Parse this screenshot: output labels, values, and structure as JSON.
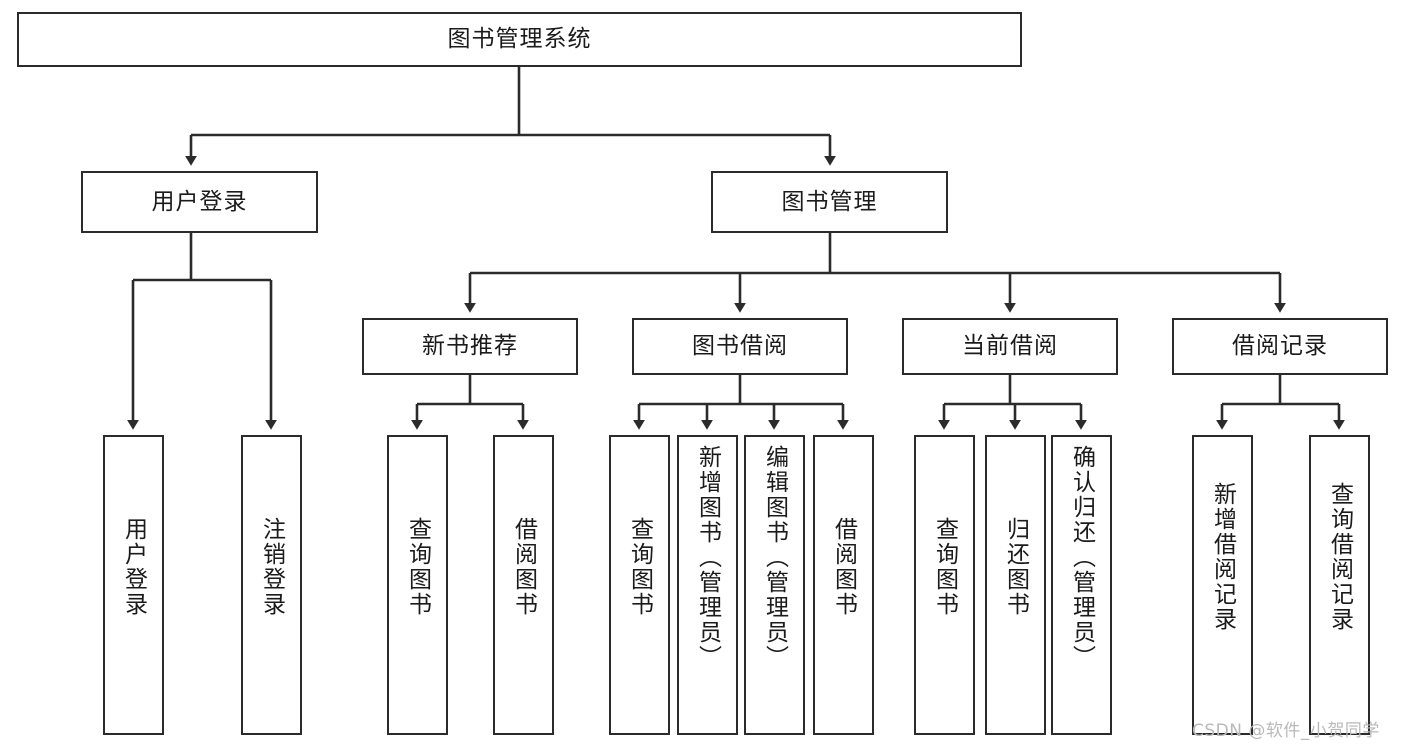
{
  "diagram": {
    "title": "图书管理系统",
    "type": "hierarchy-tree",
    "root": {
      "label": "图书管理系统",
      "name": "node-root-system"
    },
    "level2": [
      {
        "label": "用户登录",
        "name": "node-user-login"
      },
      {
        "label": "图书管理",
        "name": "node-book-management"
      }
    ],
    "level3": [
      {
        "label": "新书推荐",
        "name": "node-new-book-recommend"
      },
      {
        "label": "图书借阅",
        "name": "node-book-borrow"
      },
      {
        "label": "当前借阅",
        "name": "node-current-borrow"
      },
      {
        "label": "借阅记录",
        "name": "node-borrow-record"
      }
    ],
    "leaves": {
      "user_login": [
        {
          "label": "用户登录",
          "name": "leaf-user-login"
        },
        {
          "label": "注销登录",
          "name": "leaf-logout"
        }
      ],
      "new_book_recommend": [
        {
          "label": "查询图书",
          "name": "leaf-query-book-1"
        },
        {
          "label": "借阅图书",
          "name": "leaf-borrow-book-1"
        }
      ],
      "book_borrow": [
        {
          "label": "查询图书",
          "name": "leaf-query-book-2"
        },
        {
          "label": "新增图书（管理员）",
          "name": "leaf-add-book-admin"
        },
        {
          "label": "编辑图书（管理员）",
          "name": "leaf-edit-book-admin"
        },
        {
          "label": "借阅图书",
          "name": "leaf-borrow-book-2"
        }
      ],
      "current_borrow": [
        {
          "label": "查询图书",
          "name": "leaf-query-book-3"
        },
        {
          "label": "归还图书",
          "name": "leaf-return-book"
        },
        {
          "label": "确认归还（管理员）",
          "name": "leaf-confirm-return-admin"
        }
      ],
      "borrow_record": [
        {
          "label": "新增借阅记录",
          "name": "leaf-add-borrow-record"
        },
        {
          "label": "查询借阅记录",
          "name": "leaf-query-borrow-record"
        }
      ]
    },
    "watermark": "CSDN @软件_小贺同学",
    "colors": {
      "stroke": "#2b2b2b",
      "fill": "#ffffff",
      "text": "#1b1b1b",
      "watermark": "#b9b9b9"
    }
  }
}
